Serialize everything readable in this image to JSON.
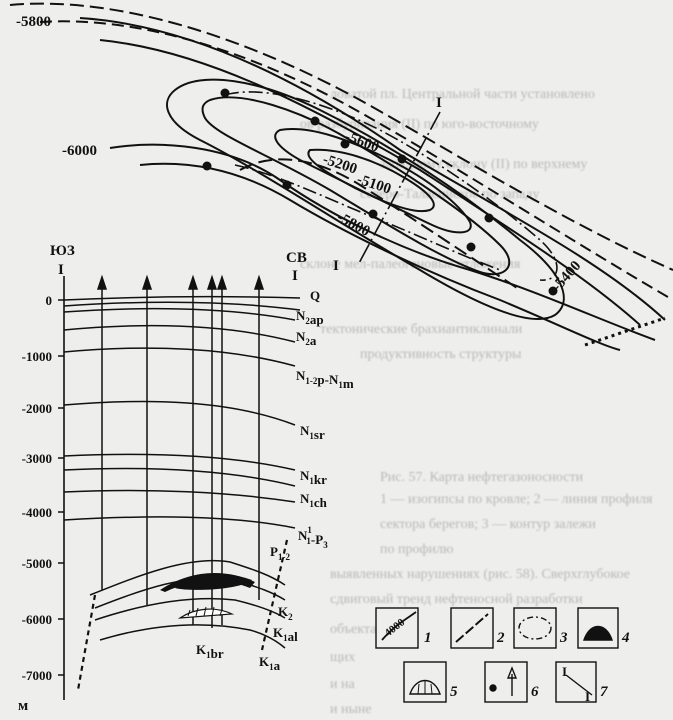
{
  "map": {
    "contour_labels": [
      "-5800",
      "-6000",
      "-5600",
      "-5200",
      "-5100",
      "-5800",
      "-5400"
    ],
    "profile_mark_top": "I",
    "profile_mark_bottom": "I"
  },
  "section": {
    "left_dir": "ЮЗ",
    "right_dir": "СВ",
    "left_mark": "I",
    "right_mark": "I",
    "depth_unit": "м",
    "depth_ticks": [
      "0",
      "-1000",
      "-2000",
      "-3000",
      "-4000",
      "-5000",
      "-6000",
      "-7000"
    ],
    "strata": [
      {
        "main": "Q",
        "sub": ""
      },
      {
        "main": "N",
        "sub": "2",
        "suffix": "ap"
      },
      {
        "main": "N",
        "sub": "2",
        "suffix": "a"
      },
      {
        "main": "N",
        "sub": "1-2",
        "suffix": "p-N",
        "sub2": "1",
        "suffix2": "m"
      },
      {
        "main": "N",
        "sub": "1",
        "suffix": "sr"
      },
      {
        "main": "N",
        "sub": "1",
        "suffix": "kr"
      },
      {
        "main": "N",
        "sub": "1",
        "suffix": "ch"
      },
      {
        "main": "N",
        "sub": "1",
        "sup": "1",
        "suffix": "-P",
        "sub2": "3"
      },
      {
        "main": "P",
        "sub": "1-2",
        "suffix": ""
      },
      {
        "main": "K",
        "sub": "2",
        "suffix": ""
      },
      {
        "main": "K",
        "sub": "1",
        "suffix": "al"
      },
      {
        "main": "K",
        "sub": "1",
        "suffix": "br"
      },
      {
        "main": "K",
        "sub": "1",
        "suffix": "a"
      }
    ]
  },
  "legend": {
    "items": [
      "1",
      "2",
      "3",
      "4",
      "5",
      "6",
      "7"
    ],
    "item1_text": "4000",
    "item7_mark": "I"
  }
}
